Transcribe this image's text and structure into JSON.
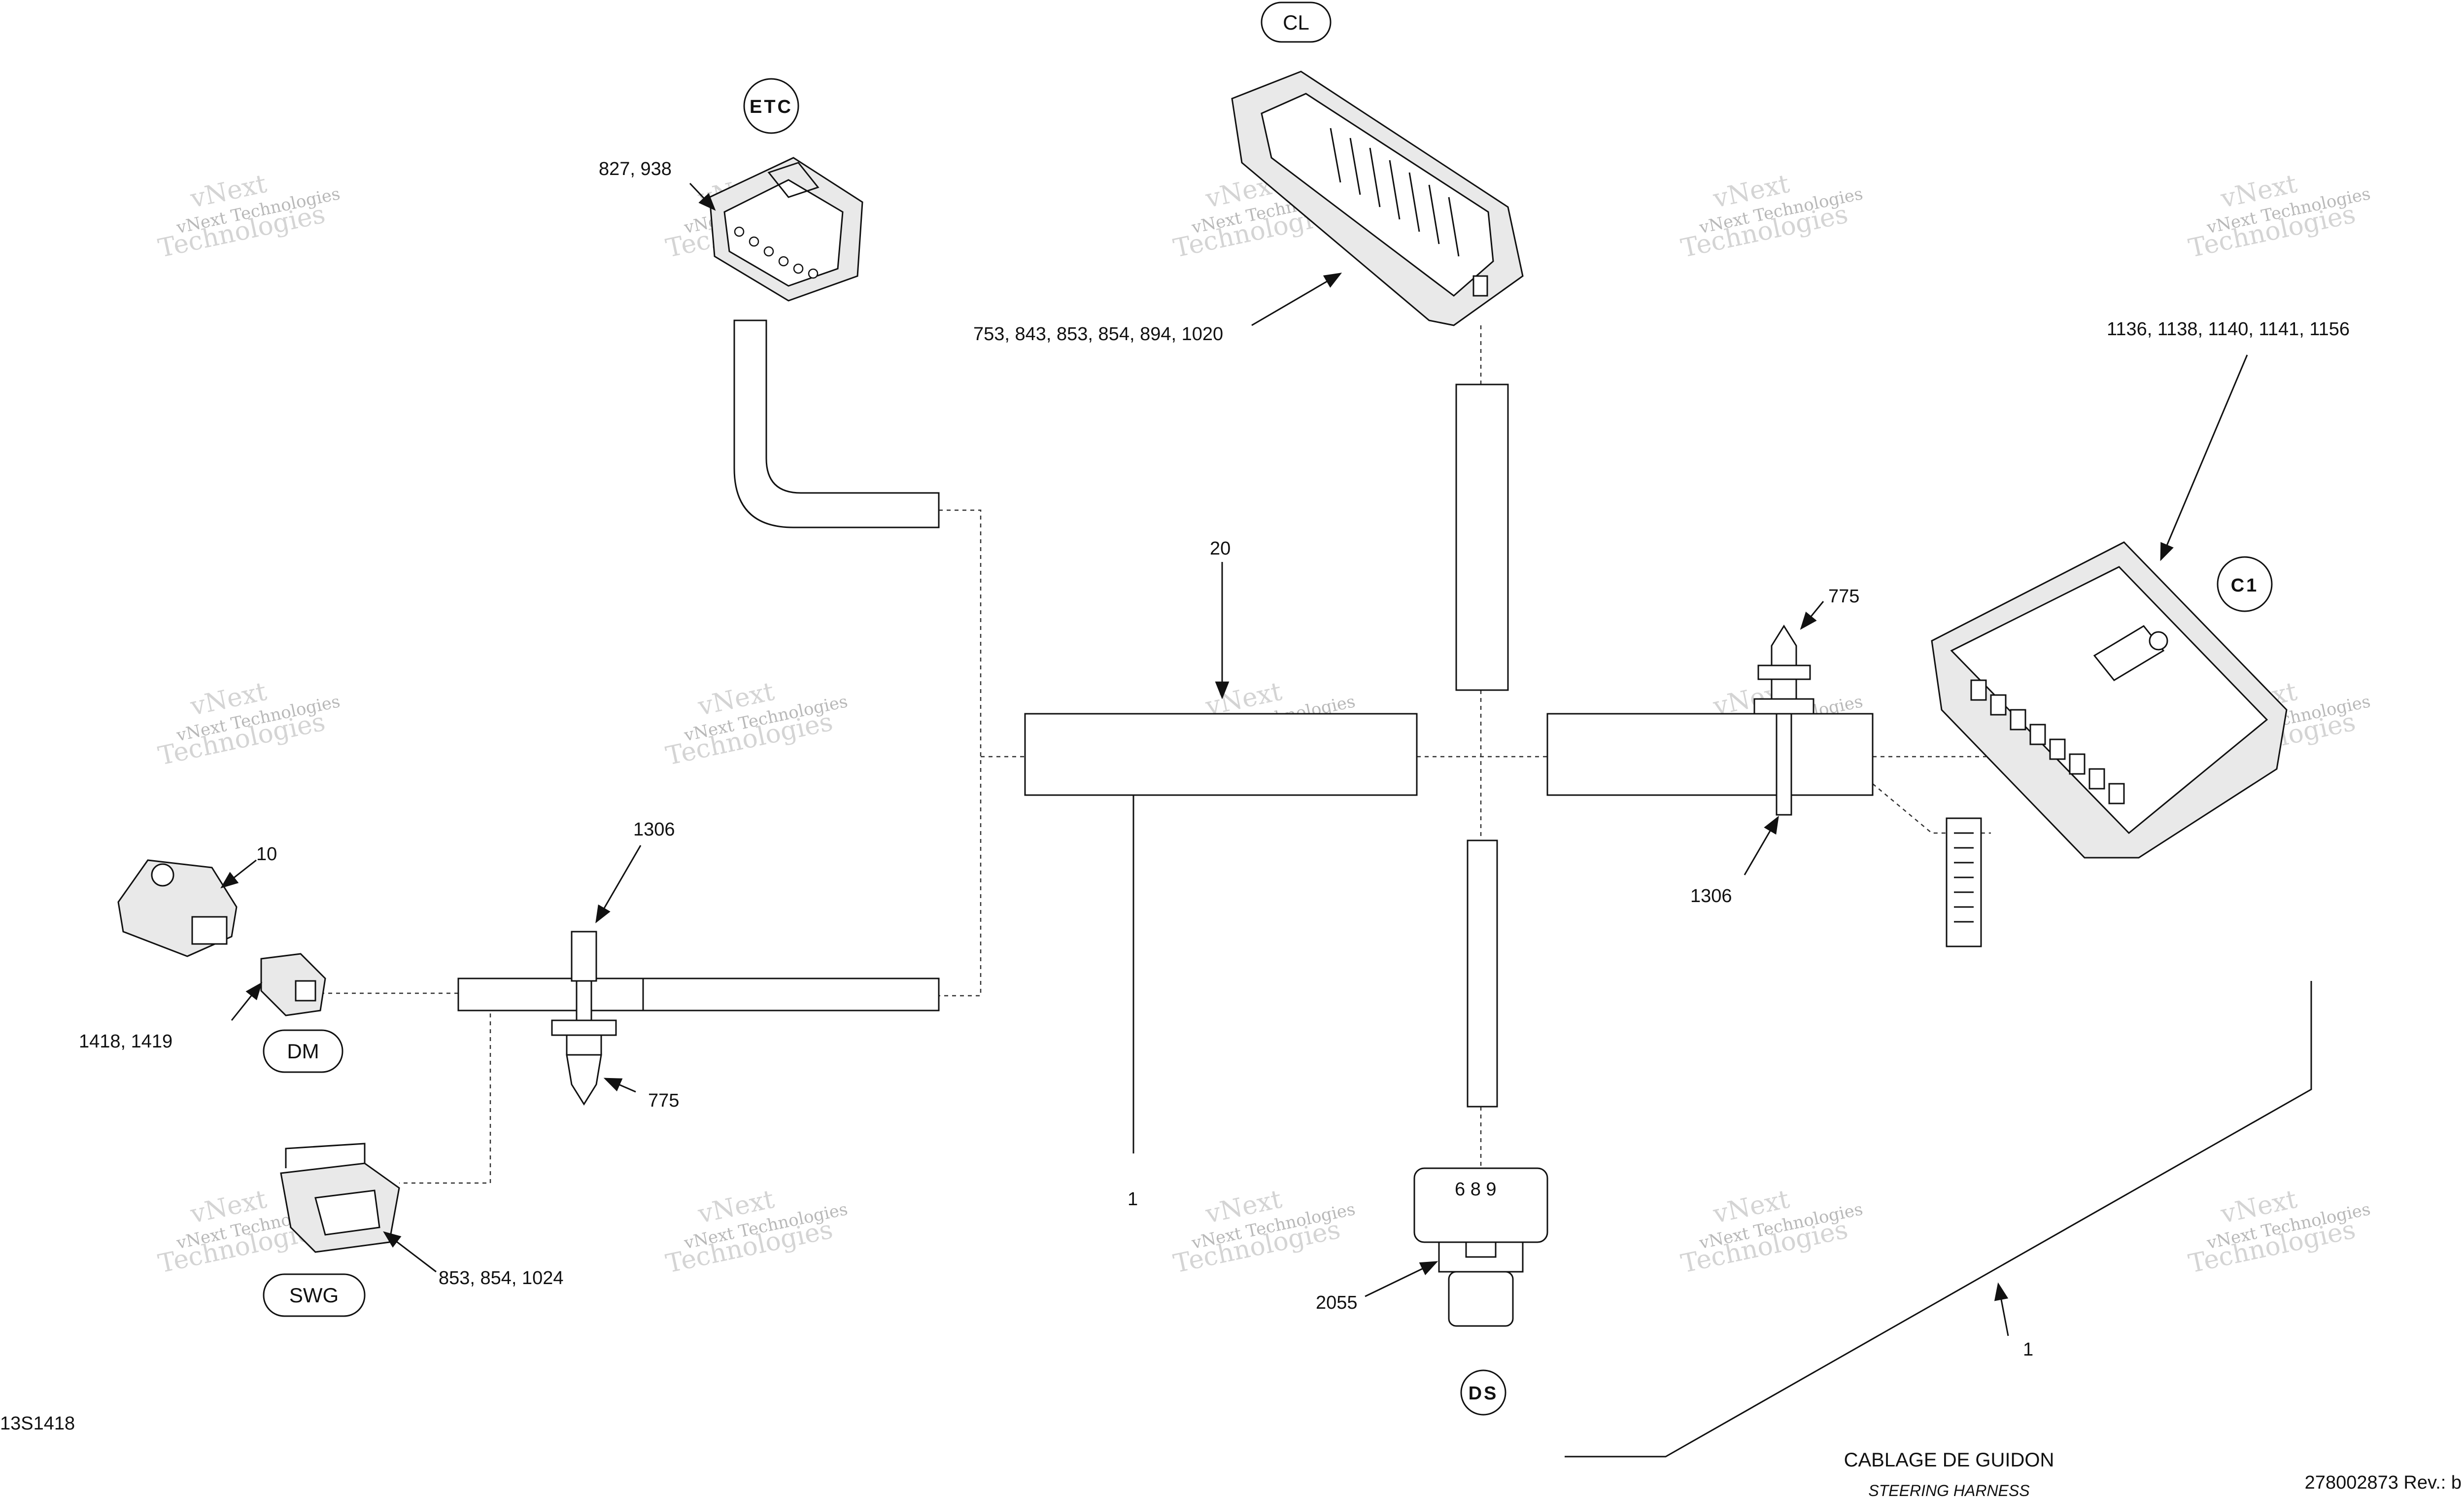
{
  "connectors": {
    "etc": "ETC",
    "cl": "CL",
    "c1": "C1",
    "dm": "DM",
    "swg": "SWG",
    "ds": "DS"
  },
  "callouts": {
    "etc_parts": "827, 938",
    "cl_parts": "753, 843, 853, 854, 894, 1020",
    "c1_parts": "1136, 1138, 1140, 1141, 1156",
    "sleeve_center": "20",
    "clip_right_top": "775",
    "clip_right_bottom": "1306",
    "clip_left_top": "1306",
    "clip_left_bottom": "775",
    "dm_sensor": "10",
    "dm_plug": "1418, 1419",
    "swg_parts": "853, 854, 1024",
    "ds_part": "2055",
    "ds_pins": "6 8 9",
    "harness_center": "1",
    "harness_right": "1"
  },
  "watermark": {
    "line1": "vNext Technologies",
    "line2": "vNext",
    "line3": "Technologies"
  },
  "footer": {
    "figure_id": "13S1418",
    "title_fr": "CABLAGE DE GUIDON",
    "title_en": "STEERING HARNESS",
    "doc_number": "278002873 Rev.: b"
  }
}
